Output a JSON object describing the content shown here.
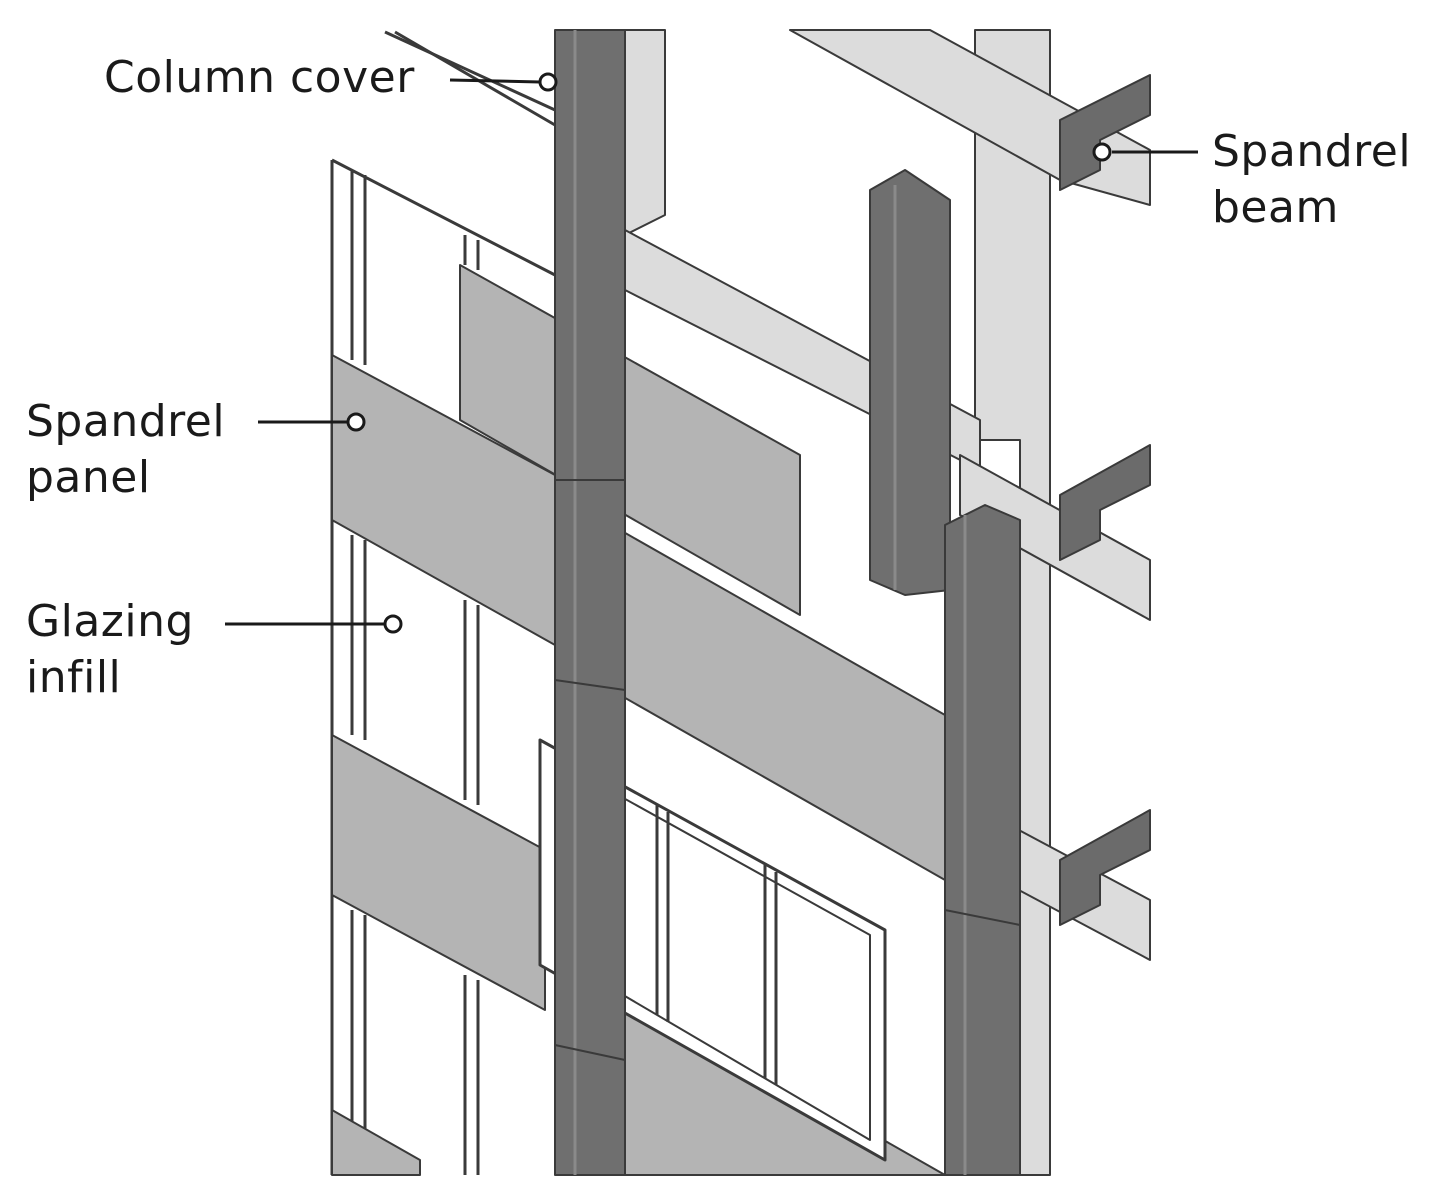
{
  "labels": {
    "column_cover": "Column cover",
    "spandrel_beam": {
      "line1": "Spandrel",
      "line2": "beam"
    },
    "spandrel_panel": {
      "line1": "Spandrel",
      "line2": "panel"
    },
    "glazing_infill": {
      "line1": "Glazing",
      "line2": "infill"
    }
  },
  "colors": {
    "background": "#ffffff",
    "column_cover_dark": "#6f6f6f",
    "column_cover_highlight": "#8a8a8a",
    "spandrel_panel": "#b4b4b4",
    "frame_light": "#dcdcdc",
    "beam_section": "#6b6b6b",
    "outline": "#3a3a3a"
  }
}
